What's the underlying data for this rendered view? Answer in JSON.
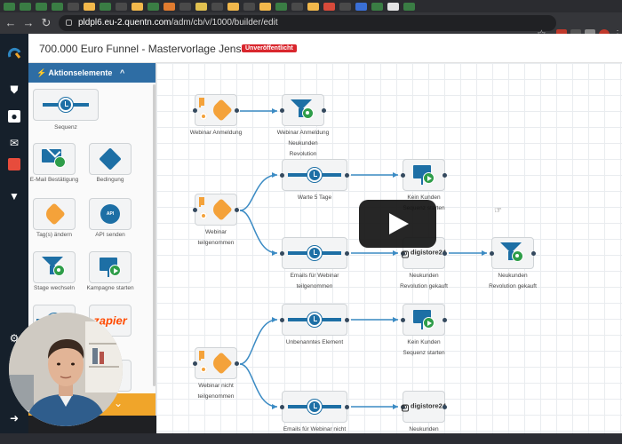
{
  "browser": {
    "url_host": "pldpl6.eu-2.quentn.com",
    "url_path": "/adm/cb/v/1000/builder/edit",
    "tab_colors": [
      "#3a7d44",
      "#3a7d44",
      "#3a7d44",
      "#3a7d44",
      "#4a4a4a",
      "#f2b84b",
      "#3a7d44",
      "#4a4a4a",
      "#f2b84b",
      "#3a7d44",
      "#e07b2f",
      "#4a4a4a",
      "#e0c050",
      "#4a4a4a",
      "#f2b84b",
      "#4a4a4a",
      "#f2b84b",
      "#3a7d44",
      "#4a4a4a",
      "#f2b84b",
      "#d74a3a",
      "#4a4a4a",
      "#3a6fd6",
      "#3a7d44",
      "#e3e3e3",
      "#3a7d44"
    ]
  },
  "header": {
    "title": "700.000 Euro Funnel - Mastervorlage Jens",
    "status_badge": "Unveröffentlicht"
  },
  "palette": {
    "heading": "Aktionselemente",
    "items": [
      {
        "label": "Sequenz",
        "icon": "timer-icon"
      },
      {
        "label": "E-Mail Bestätigung",
        "icon": "email-confirm-icon"
      },
      {
        "label": "Bedingung",
        "icon": "condition-diamond-icon"
      },
      {
        "label": "Tag(s) ändern",
        "icon": "tag-icon"
      },
      {
        "label": "API senden",
        "icon": "api-gear-icon"
      },
      {
        "label": "Stage wechseln",
        "icon": "funnel-icon"
      },
      {
        "label": "Kampagne starten",
        "icon": "campaign-board-icon"
      },
      {
        "label": "",
        "icon": "timer-icon"
      },
      {
        "label": "",
        "icon": "zapier-icon"
      }
    ]
  },
  "canvas": {
    "nodes": [
      {
        "id": "n1",
        "label": "Webinar Anmeldung"
      },
      {
        "id": "n2",
        "label": "Webinar Anmeldung"
      },
      {
        "id": "n2b",
        "label": "Neukunden"
      },
      {
        "id": "n2c",
        "label": "Revolution"
      },
      {
        "id": "n3",
        "label": "Webinar"
      },
      {
        "id": "n3b",
        "label": "teilgenommen"
      },
      {
        "id": "n4",
        "label": "Warte 5 Tage"
      },
      {
        "id": "n5",
        "label": "Kein Kunden"
      },
      {
        "id": "n5b",
        "label": "Sequenz starten"
      },
      {
        "id": "n6",
        "label": "Emails für Webinar"
      },
      {
        "id": "n6b",
        "label": "teilgenommen"
      },
      {
        "id": "n7",
        "label": "Neukunden"
      },
      {
        "id": "n7b",
        "label": "Revolution gekauft"
      },
      {
        "id": "n8",
        "label": "Neukunden"
      },
      {
        "id": "n8b",
        "label": "Revolution gekauft"
      },
      {
        "id": "n9",
        "label": "Unbenanntes Element"
      },
      {
        "id": "n10",
        "label": "Kein Kunden"
      },
      {
        "id": "n10b",
        "label": "Sequenz starten"
      },
      {
        "id": "n11",
        "label": "Webinar nicht"
      },
      {
        "id": "n11b",
        "label": "teilgenommen"
      },
      {
        "id": "n12",
        "label": "Emails für Webinar nicht"
      },
      {
        "id": "n13",
        "label": "Neukunden"
      }
    ],
    "digistore_brand": "digistore24"
  },
  "colors": {
    "brand_blue": "#1d6fa5",
    "palette_header": "#2e6da4",
    "tag_orange": "#f4a23a",
    "accept_green": "#2e9d49",
    "badge_red": "#d9262d"
  }
}
